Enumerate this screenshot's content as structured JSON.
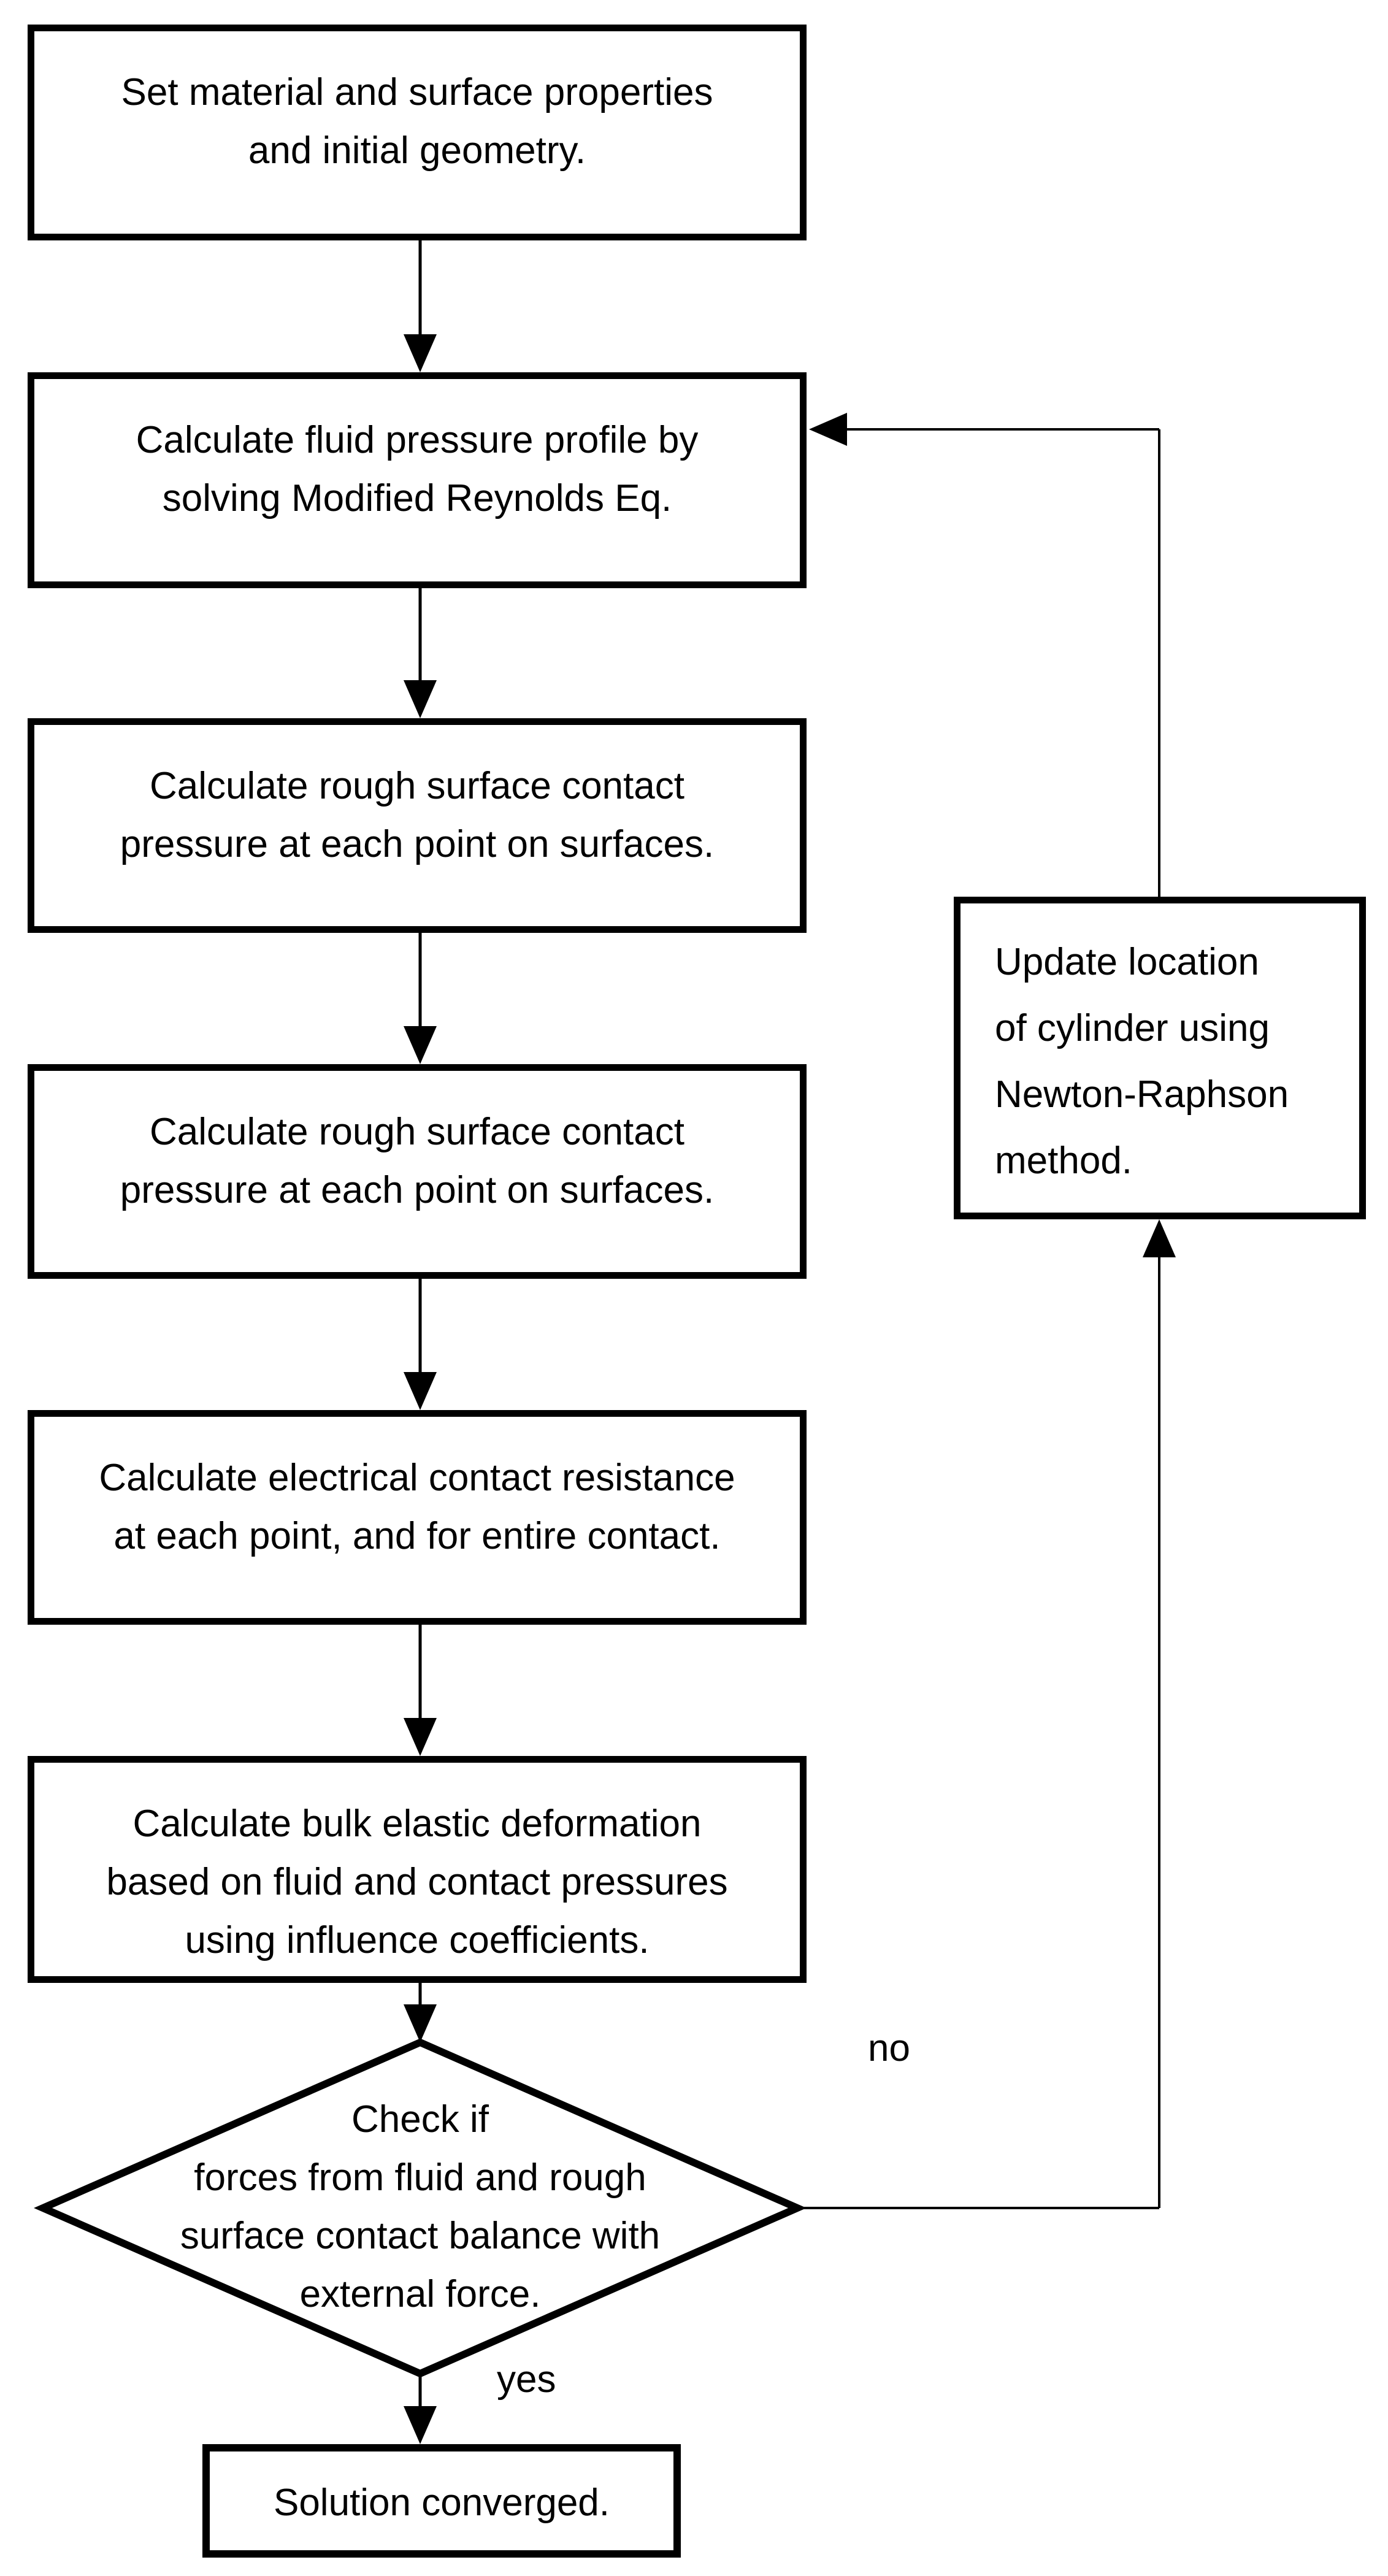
{
  "page": {
    "background_color": "#ffffff",
    "ink_color": "#000000"
  },
  "flowchart": {
    "nodes": {
      "set_properties": {
        "type": "process",
        "text": "Set material and surface properties\nand initial geometry."
      },
      "fluid_pressure": {
        "type": "process",
        "text": "Calculate fluid pressure profile by\nsolving Modified Reynolds Eq."
      },
      "rough_contact_1": {
        "type": "process",
        "text": "Calculate rough surface contact\npressure at each point on surfaces."
      },
      "rough_contact_2": {
        "type": "process",
        "text": "Calculate rough surface contact\npressure at each point on surfaces."
      },
      "electrical_resistance": {
        "type": "process",
        "text": "Calculate electrical contact resistance\nat each point, and for entire contact."
      },
      "bulk_deformation": {
        "type": "process",
        "text": "Calculate bulk elastic deformation\nbased on fluid and contact pressures\nusing influence coefficients."
      },
      "force_balance_check": {
        "type": "decision",
        "text": "Check if\nforces from fluid and rough\nsurface contact balance with\nexternal force."
      },
      "update_location": {
        "type": "process",
        "text": "Update location\nof cylinder using\nNewton-Raphson\nmethod."
      },
      "solution_converged": {
        "type": "terminal",
        "text": "Solution converged."
      }
    },
    "labels": {
      "no": "no",
      "yes": "yes"
    }
  }
}
